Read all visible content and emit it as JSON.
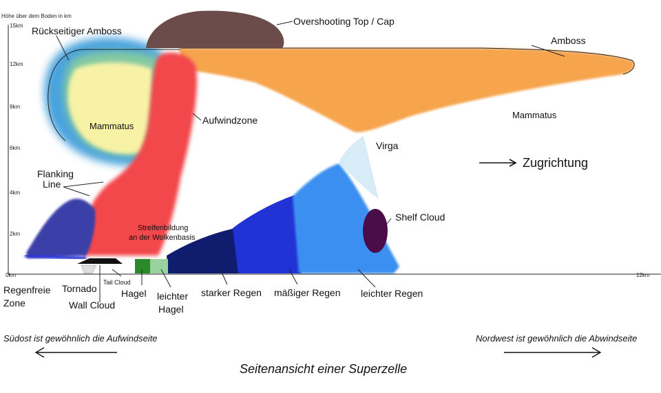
{
  "axis": {
    "title": "Höhe über dem Boden in km",
    "ticks": [
      "15km",
      "12km",
      "9km",
      "6km",
      "4km",
      "2km",
      "0km"
    ],
    "ground_right_tick": "12km"
  },
  "labels": {
    "overshooting": "Overshooting Top / Cap",
    "rear_anvil": "Rückseitiger Amboss",
    "anvil": "Amboss",
    "mammatus_left": "Mammatus",
    "mammatus_right": "Mammatus",
    "updraft": "Aufwindzone",
    "virga": "Virga",
    "direction": "Zugrichtung",
    "flanking_1": "Flanking",
    "flanking_2": "Line",
    "striation_1": "Streifenbildung",
    "striation_2": "an der Wolkenbasis",
    "shelf_cloud": "Shelf Cloud",
    "rainfree_1": "Regenfreie",
    "rainfree_2": "Zone",
    "tornado": "Tornado",
    "tail_cloud": "Tail Cloud",
    "wall_cloud": "Wall Cloud",
    "hail": "Hagel",
    "light_hail_1": "leichter",
    "light_hail_2": "Hagel",
    "heavy_rain": "starker Regen",
    "moderate_rain": "mäßiger Regen",
    "light_rain": "leichter Regen"
  },
  "footer": {
    "southeast": "Südost ist gewöhnlich die Aufwindseite",
    "northwest": "Nordwest ist gewöhnlich die Abwindseite",
    "caption": "Seitenansicht einer Superzelle"
  },
  "colors": {
    "rear_anvil_blue": "#4aa3dd",
    "anvil_orange": "#f6a54e",
    "updraft_red": "#f2474b",
    "core_yellow": "#f7f2a6",
    "cap_brown": "#6b4c4a",
    "flanking_blue": "#3a3fa8",
    "heavy_rain_navy": "#101c6e",
    "moderate_rain_blue": "#2233d6",
    "light_rain_blue": "#3a8ff0",
    "shelf_purple": "#4a0d4a",
    "hail_green": "#2a8a2a"
  }
}
